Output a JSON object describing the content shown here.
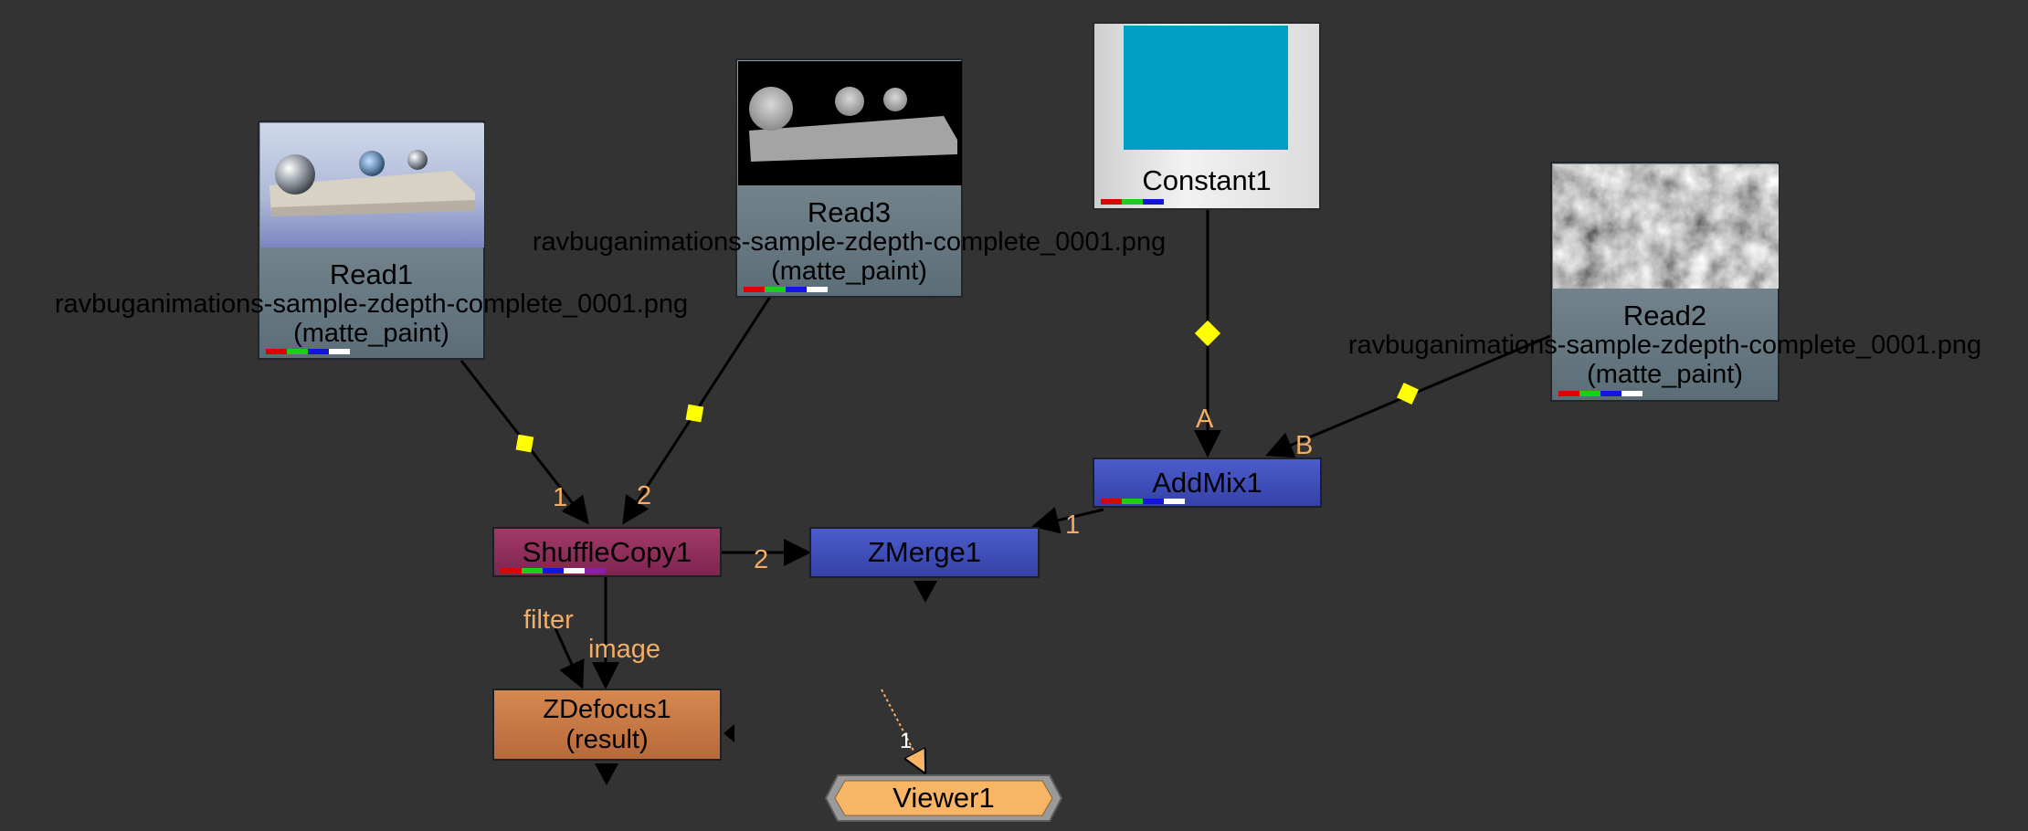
{
  "nodes": {
    "read1": {
      "name": "Read1",
      "file": "ravbuganimations-sample-zdepth-complete_0001.png",
      "layer": "(matte_paint)"
    },
    "read3": {
      "name": "Read3",
      "file": "ravbuganimations-sample-zdepth-complete_0001.png",
      "layer": "(matte_paint)"
    },
    "read2": {
      "name": "Read2",
      "file": "ravbuganimations-sample-zdepth-complete_0001.png",
      "layer": "(matte_paint)"
    },
    "constant1": {
      "name": "Constant1",
      "swatch_color": "#00a0c4"
    },
    "shufflecopy1": {
      "name": "ShuffleCopy1",
      "color": "#8b2b56"
    },
    "zmerge1": {
      "name": "ZMerge1",
      "color": "#3f4fb5"
    },
    "addmix1": {
      "name": "AddMix1",
      "color": "#3f4fb5"
    },
    "zdefocus1": {
      "name": "ZDefocus1",
      "sub": "(result)",
      "color": "#c67a45"
    },
    "viewer1": {
      "name": "Viewer1",
      "color": "#f7b565"
    }
  },
  "inputs": {
    "shuffle_in1": "1",
    "shuffle_in2": "2",
    "zmerge_in1": "1",
    "zmerge_in2": "2",
    "addmix_a": "A",
    "addmix_b": "B",
    "zdefocus_filter": "filter",
    "zdefocus_image": "image",
    "viewer_in1": "1"
  },
  "colors": {
    "background": "#333333",
    "wire": "#000000",
    "dot": "#ffff00",
    "label": "#f2ae66"
  }
}
